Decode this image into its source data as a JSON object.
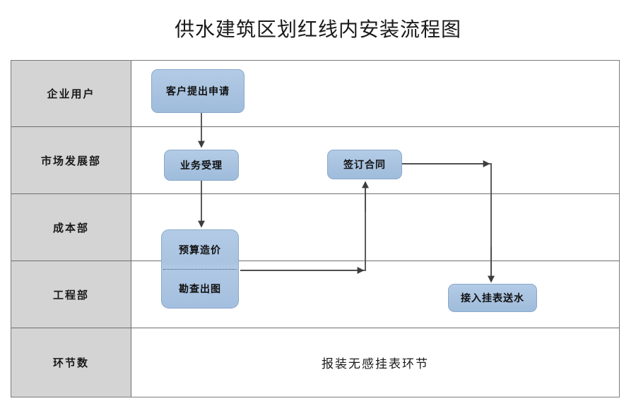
{
  "title": "供水建筑区划红线内安装流程图",
  "colors": {
    "node_fill": "#a9c3e0",
    "node_border": "#8aa9cb",
    "lane_label_bg": "#d4d4d4",
    "table_border": "#6f6f6f",
    "connector": "#4a4a4a",
    "text": "#111111"
  },
  "lanes": [
    {
      "label": "企业用户"
    },
    {
      "label": "市场发展部"
    },
    {
      "label": "成本部"
    },
    {
      "label": "工程部"
    },
    {
      "label": "环节数",
      "center_text": "报装无感挂表环节"
    }
  ],
  "nodes": {
    "apply": {
      "label": "客户提出申请",
      "lane": "企业用户"
    },
    "accept": {
      "label": "业务受理",
      "lane": "市场发展部"
    },
    "contract": {
      "label": "签订合同",
      "lane": "市场发展部"
    },
    "budget": {
      "label": "预算造价",
      "lane": "成本部"
    },
    "survey": {
      "label": "勘查出图",
      "lane": "工程部"
    },
    "supply": {
      "label": "接入挂表送水",
      "lane": "工程部"
    }
  },
  "connectors": [
    {
      "from": "客户提出申请",
      "to": "业务受理",
      "direction": "down"
    },
    {
      "from": "业务受理",
      "to": "预算造价",
      "direction": "down"
    },
    {
      "from": "勘查出图",
      "to": "签订合同",
      "direction": "right-then-up"
    },
    {
      "from": "签订合同",
      "to": "接入挂表送水",
      "direction": "right-then-down"
    }
  ]
}
